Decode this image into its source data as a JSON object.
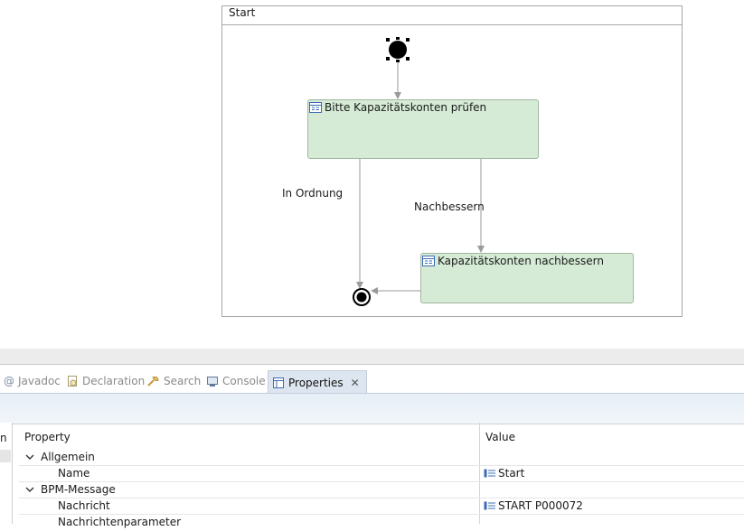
{
  "diagram": {
    "pool_title": "Start",
    "task1_label": "Bitte Kapazitätskonten prüfen",
    "task2_label": "Kapazitätskonten nachbessern",
    "edge_ok_label": "In Ordnung",
    "edge_fix_label": "Nachbessern",
    "task_fill": "#d5ebd6"
  },
  "tabs": [
    {
      "label": "Javadoc",
      "icon": "at-icon"
    },
    {
      "label": "Declaration",
      "icon": "declaration-icon"
    },
    {
      "label": "Search",
      "icon": "search-icon"
    },
    {
      "label": "Console",
      "icon": "console-icon"
    },
    {
      "label": "Properties",
      "icon": "properties-icon",
      "active": true
    }
  ],
  "left_stub_text": "n",
  "properties": {
    "header_property": "Property",
    "header_value": "Value",
    "rows": [
      {
        "label": "Allgemein",
        "expanded": true
      },
      {
        "label": "Name",
        "value": "Start"
      },
      {
        "label": "BPM-Message",
        "expanded": true
      },
      {
        "label": "Nachricht",
        "value": "START P000072"
      },
      {
        "label": "Nachrichtenparameter"
      }
    ]
  }
}
